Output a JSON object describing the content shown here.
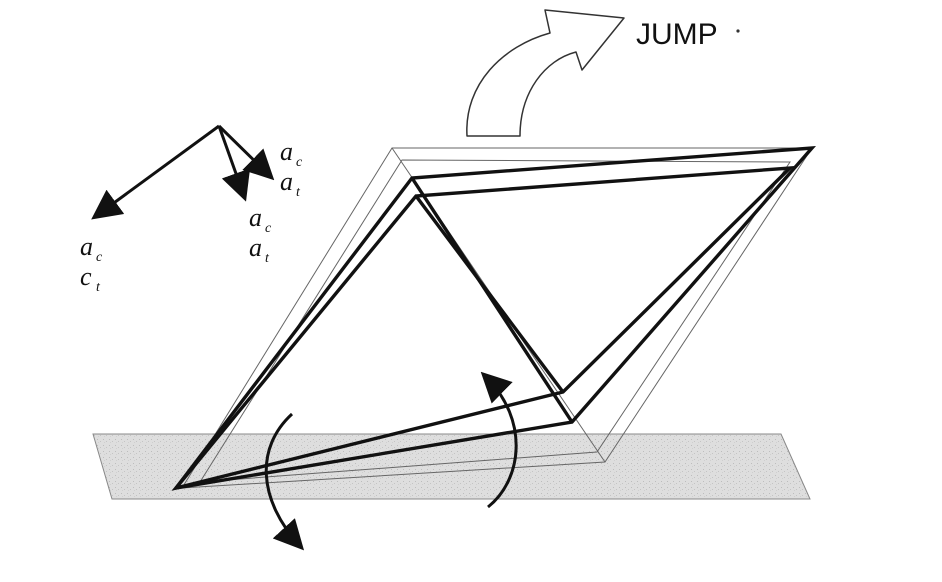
{
  "jump_label": "JUMP",
  "vector_labels": {
    "left_top": {
      "base": "a",
      "sub": "c"
    },
    "left_bottom": {
      "base": "c",
      "sub": "t"
    },
    "right_top_1": {
      "base": "a",
      "sub": "c"
    },
    "right_top_2": {
      "base": "a",
      "sub": "t"
    },
    "mid_1": {
      "base": "a",
      "sub": "c"
    },
    "mid_2": {
      "base": "a",
      "sub": "t"
    }
  },
  "colors": {
    "ink": "#111111",
    "ground_fill": "#dcdcdc",
    "ground_stroke": "#777777",
    "thin_frame": "#777777"
  }
}
